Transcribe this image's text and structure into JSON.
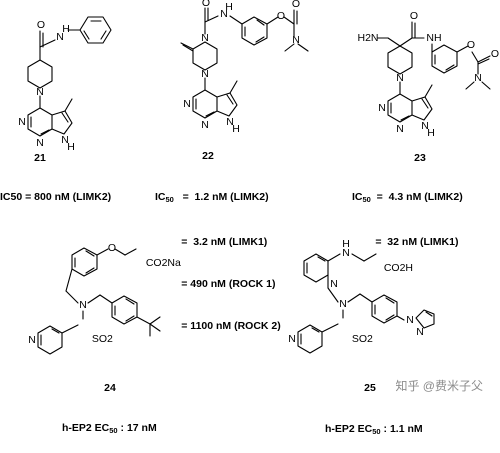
{
  "compounds": [
    {
      "number": "21",
      "lines": [
        {
          "label": "IC50",
          "sub": "",
          "text": " = 800 nM (LIMK2)"
        }
      ]
    },
    {
      "number": "22",
      "lines": [
        {
          "label": "IC",
          "sub": "50",
          "text": "   =  1.2 nM (LIMK2)"
        },
        {
          "label": "",
          "sub": "",
          "text": "         =  3.2 nM (LIMK1)"
        },
        {
          "label": "",
          "sub": "",
          "text": "         = 490 nM (ROCK 1)"
        },
        {
          "label": "",
          "sub": "",
          "text": "         = 1100 nM (ROCK 2)"
        }
      ]
    },
    {
      "number": "23",
      "lines": [
        {
          "label": "IC",
          "sub": "50",
          "text": "  =  4.3 nM (LIMK2)"
        },
        {
          "label": "",
          "sub": "",
          "text": "        =  32 nM (LIMK1)"
        }
      ]
    },
    {
      "number": "24",
      "lines": [
        {
          "label": "h-EP2 EC",
          "sub": "50",
          "text": " : 17 nM"
        }
      ]
    },
    {
      "number": "25",
      "lines": [
        {
          "label": "h-EP2 EC",
          "sub": "50",
          "text": " : 1.1 nM"
        }
      ]
    }
  ],
  "atoms": {
    "c21": {
      "o": "O",
      "nh": "N",
      "h": "H",
      "n_pip": "N",
      "n1": "N",
      "n2": "N",
      "nh_ring": "N",
      "h_ring": "H"
    },
    "c22": {
      "o": "O",
      "nh": "N",
      "h": "H",
      "o_carb": "O",
      "o_ester": "O",
      "n_carb": "N",
      "n_pip_top": "N",
      "n_pip_bot": "N",
      "n1": "N",
      "n2": "N",
      "nh_ring": "N",
      "h_ring": "H"
    },
    "c23": {
      "o": "O",
      "nh": "NH",
      "h2n": "H2N",
      "n_pip": "N",
      "o_ester": "O",
      "o_carb": "O",
      "n_carb": "N",
      "n1": "N",
      "n2": "N",
      "nh_ring": "N",
      "h_ring": "H"
    },
    "c24": {
      "o_ether": "O",
      "co2na": "CO2Na",
      "n_py": "N",
      "n_sulf": "N",
      "so2": "SO2"
    },
    "c25": {
      "nh": "N",
      "h": "H",
      "co2h": "CO2H",
      "n_py2": "N",
      "n_amine": "N",
      "n_py3": "N",
      "so2": "SO2",
      "n_pyrazole1": "N",
      "n_pyrazole2": "N"
    }
  },
  "watermark": "知乎 @费米子父"
}
